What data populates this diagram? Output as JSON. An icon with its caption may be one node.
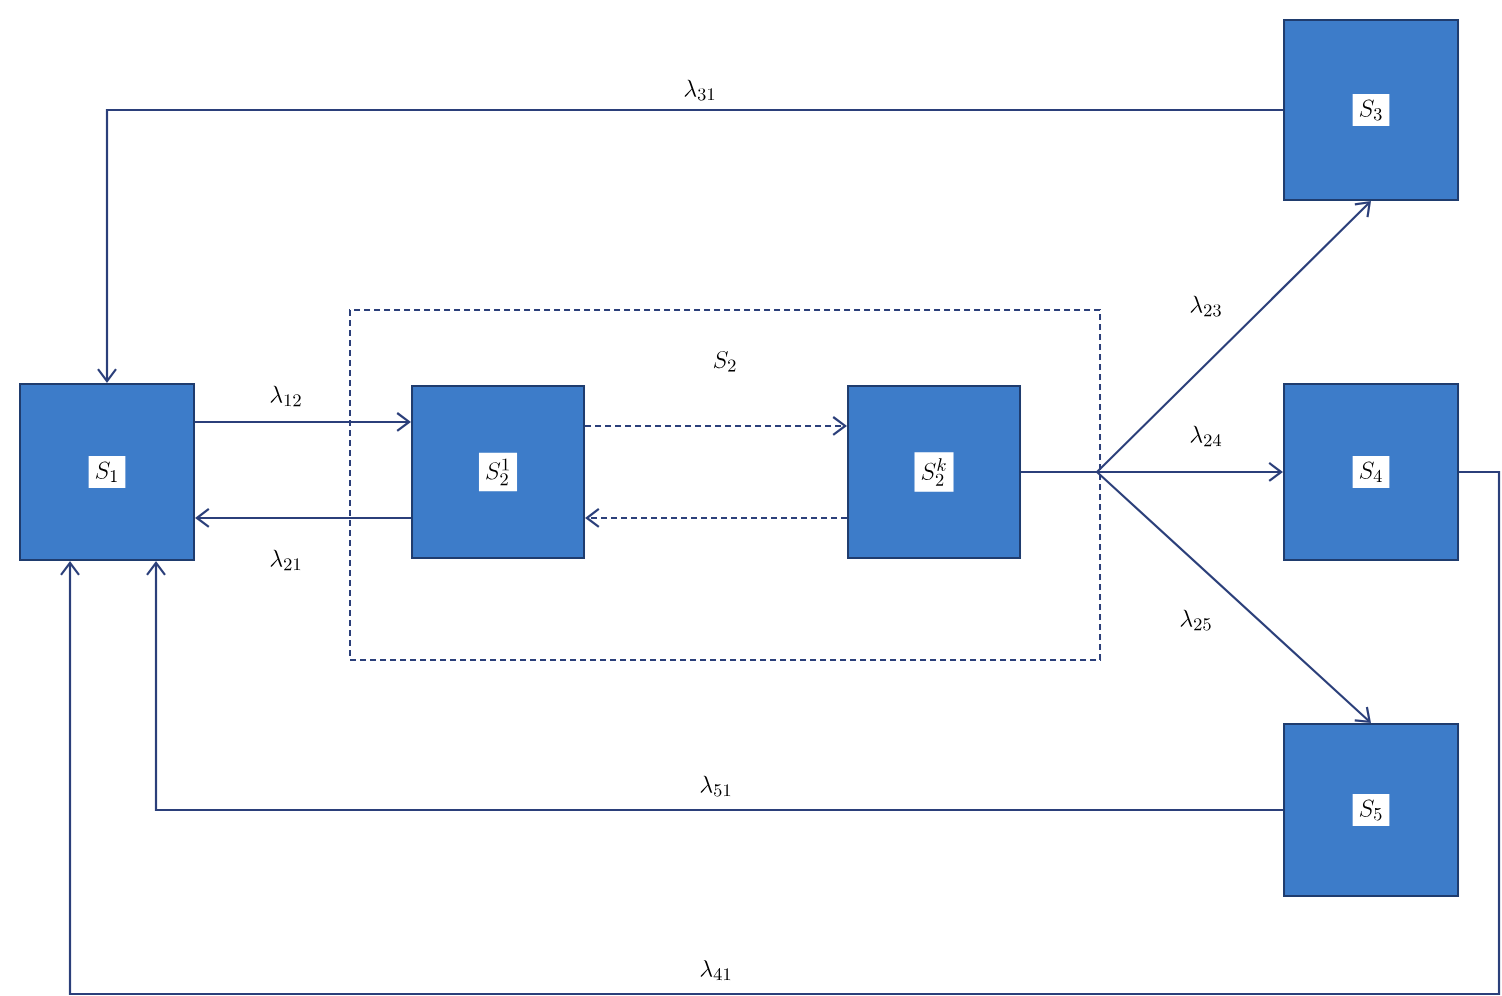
{
  "diagram": {
    "nodes": [
      {
        "text": [
          "S_1"
        ]
      },
      {
        "text": [
          "S_2"
        ]
      },
      {
        "text": [
          "S_2^1"
        ],
        "in": 1
      },
      {
        "text": [
          "S_2^k"
        ],
        "in": 1
      },
      {
        "text": [
          "S_3"
        ]
      },
      {
        "text": [
          "S_4"
        ]
      },
      {
        "text": [
          "S_5"
        ]
      }
    ],
    "edges": [
      {
        "from": 0,
        "to": 2,
        "arrow": "to",
        "label": "\\lambda_{12}"
      },
      {
        "from": 2,
        "to": 0,
        "arrow": "to",
        "label": "\\lambda_{21}"
      },
      {
        "from": 2,
        "to": 3,
        "arrow": "to",
        "style": "dashed"
      },
      {
        "from": 3,
        "to": 2,
        "arrow": "to",
        "style": "dashed"
      },
      {
        "from": 4,
        "to": 0,
        "arrow": "to",
        "label": "\\lambda_{31}"
      },
      {
        "from": 3,
        "to": 4,
        "arrow": "to",
        "label": "\\lambda_{23}"
      },
      {
        "from": 3,
        "to": 5,
        "arrow": "to",
        "label": "\\lambda_{24}"
      },
      {
        "from": 3,
        "to": 6,
        "arrow": "to",
        "label": "\\lambda_{25}"
      },
      {
        "from": 6,
        "to": 0,
        "arrow": "to",
        "label": "\\lambda_{51}"
      },
      {
        "from": 5,
        "to": 0,
        "arrow": "to",
        "label": "\\lambda_{41}"
      }
    ]
  }
}
